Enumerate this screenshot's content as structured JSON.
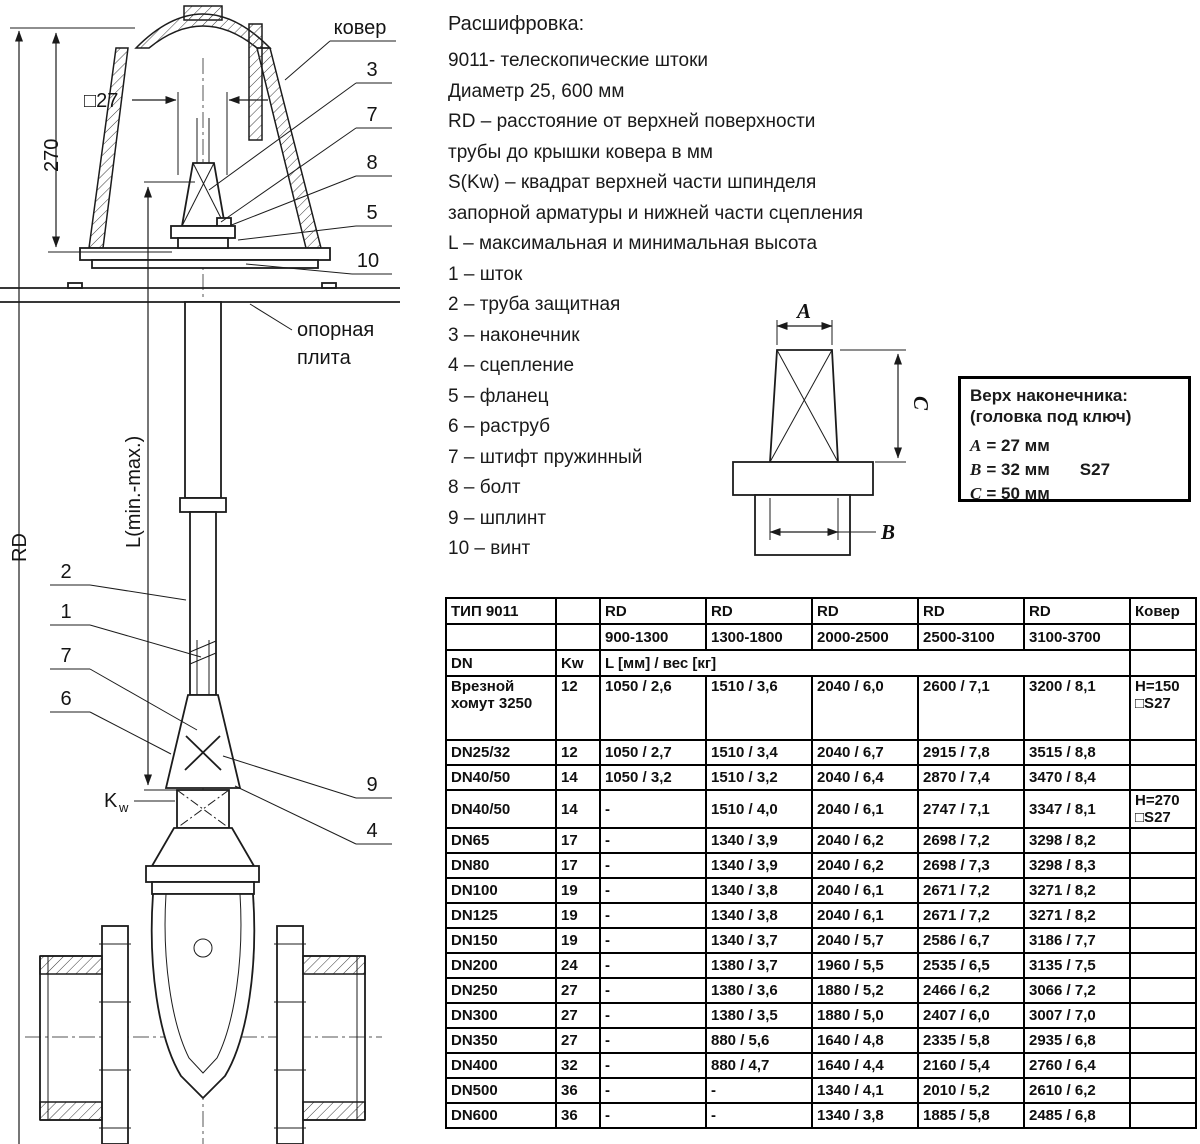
{
  "legend": {
    "title": "Расшифровка:",
    "lines": [
      "9011- телескопические штоки",
      "Диаметр 25, 600 мм",
      "RD – расстояние от верхней поверхности",
      "трубы до крышки ковера в мм",
      "S(Kw) – квадрат верхней части шпинделя",
      "запорной арматуры и нижней части сцепления",
      "L – максимальная и минимальная высота",
      "1 – шток",
      "2 – труба защитная",
      "3 – наконечник",
      "4 – сцепление",
      "5 – фланец",
      "6 – раструб",
      "7 – штифт пружинный",
      "8 – болт",
      "9 – шплинт",
      "10 – винт"
    ]
  },
  "drawing": {
    "labels": {
      "kover": "ковер",
      "support_plate_line1": "опорная",
      "support_plate_line2": "плита",
      "dim_270": "270",
      "dim_rd": "RD",
      "dim_sq27": "□27",
      "dim_l": "L(min.-max.)",
      "kw_main": "K",
      "kw_sub": "w",
      "n1": "1",
      "n2": "2",
      "n3": "3",
      "n4": "4",
      "n5": "5",
      "n6": "6",
      "n7_left": "7",
      "n7_right": "7",
      "n8": "8",
      "n9": "9",
      "n10": "10"
    }
  },
  "tip_diagram": {
    "dim_a": "A",
    "dim_b": "B",
    "dim_c": "C"
  },
  "spec_box": {
    "title": "Верх наконечника:",
    "subtitle": "(головка под ключ)",
    "dims": [
      {
        "letter": "А",
        "value": "= 27 мм",
        "extra": ""
      },
      {
        "letter": "В",
        "value": "= 32 мм",
        "extra": "S27"
      },
      {
        "letter": "С",
        "value": "= 50 мм",
        "extra": ""
      }
    ]
  },
  "table": {
    "header": {
      "tip": "ТИП 9011",
      "rd": "RD",
      "ranges": [
        "900-1300",
        "1300-1800",
        "2000-2500",
        "2500-3100",
        "3100-3700"
      ],
      "kover": "Ковер",
      "dn": "DN",
      "kw": "Kw",
      "l_spec": "L [мм] / вес [кг]"
    },
    "rows": [
      {
        "dn": "Врезной хомут 3250",
        "kw": "12",
        "values": [
          "1050 / 2,6",
          "1510 / 3,6",
          "2040 / 6,0",
          "2600 / 7,1",
          "3200 / 8,1"
        ],
        "kover": [
          "H=150",
          "□S27"
        ],
        "tall": true
      },
      {
        "dn": "DN25/32",
        "kw": "12",
        "values": [
          "1050 / 2,7",
          "1510 / 3,4",
          "2040 / 6,7",
          "2915 / 7,8",
          "3515 / 8,8"
        ],
        "kover": []
      },
      {
        "dn": "DN40/50",
        "kw": "14",
        "values": [
          "1050 / 3,2",
          "1510 / 3,2",
          "2040 / 6,4",
          "2870 / 7,4",
          "3470 / 8,4"
        ],
        "kover": []
      },
      {
        "dn": "DN40/50",
        "kw": "14",
        "values": [
          "-",
          "1510 / 4,0",
          "2040 / 6,1",
          "2747 / 7,1",
          "3347 / 8,1"
        ],
        "kover": [
          "H=270",
          "□S27"
        ]
      },
      {
        "dn": "DN65",
        "kw": "17",
        "values": [
          "-",
          "1340 / 3,9",
          "2040 / 6,2",
          "2698 / 7,2",
          "3298 / 8,2"
        ],
        "kover": []
      },
      {
        "dn": "DN80",
        "kw": "17",
        "values": [
          "-",
          "1340 / 3,9",
          "2040 / 6,2",
          "2698 / 7,3",
          "3298 / 8,3"
        ],
        "kover": []
      },
      {
        "dn": "DN100",
        "kw": "19",
        "values": [
          "-",
          "1340 / 3,8",
          "2040 / 6,1",
          "2671 / 7,2",
          "3271 / 8,2"
        ],
        "kover": []
      },
      {
        "dn": "DN125",
        "kw": "19",
        "values": [
          "-",
          "1340 / 3,8",
          "2040 / 6,1",
          "2671 / 7,2",
          "3271 / 8,2"
        ],
        "kover": []
      },
      {
        "dn": "DN150",
        "kw": "19",
        "values": [
          "-",
          "1340 / 3,7",
          "2040 / 5,7",
          "2586 / 6,7",
          "3186 / 7,7"
        ],
        "kover": []
      },
      {
        "dn": "DN200",
        "kw": "24",
        "values": [
          "-",
          "1380 / 3,7",
          "1960 / 5,5",
          "2535 / 6,5",
          "3135 / 7,5"
        ],
        "kover": []
      },
      {
        "dn": "DN250",
        "kw": "27",
        "values": [
          "-",
          "1380 / 3,6",
          "1880 / 5,2",
          "2466 / 6,2",
          "3066 / 7,2"
        ],
        "kover": []
      },
      {
        "dn": "DN300",
        "kw": "27",
        "values": [
          "-",
          "1380 / 3,5",
          "1880 / 5,0",
          "2407 / 6,0",
          "3007 / 7,0"
        ],
        "kover": []
      },
      {
        "dn": "DN350",
        "kw": "27",
        "values": [
          "-",
          "880 / 5,6",
          "1640 / 4,8",
          "2335 / 5,8",
          "2935 / 6,8"
        ],
        "kover": []
      },
      {
        "dn": "DN400",
        "kw": "32",
        "values": [
          "-",
          "880 / 4,7",
          "1640 / 4,4",
          "2160 / 5,4",
          "2760 / 6,4"
        ],
        "kover": []
      },
      {
        "dn": "DN500",
        "kw": "36",
        "values": [
          "-",
          "-",
          "1340 / 4,1",
          "2010 / 5,2",
          "2610 / 6,2"
        ],
        "kover": []
      },
      {
        "dn": "DN600",
        "kw": "36",
        "values": [
          "-",
          "-",
          "1340 / 3,8",
          "1885 / 5,8",
          "2485 / 6,8"
        ],
        "kover": []
      }
    ]
  }
}
